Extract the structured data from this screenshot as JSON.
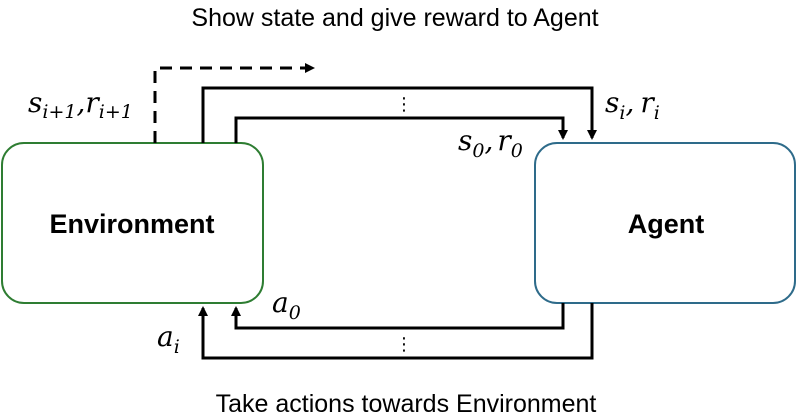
{
  "captions": {
    "top": "Show state and give reward to Agent",
    "bottom": "Take actions towards Environment"
  },
  "nodes": {
    "environment": {
      "label": "Environment",
      "border_color": "#2e7d32"
    },
    "agent": {
      "label": "Agent",
      "border_color": "#2e6b8a"
    }
  },
  "edge_labels": {
    "s_next": {
      "base": "s",
      "sub": "i+1"
    },
    "r_next": {
      "base": "r",
      "sub": "i+1"
    },
    "s_i": {
      "base": "s",
      "sub": "i"
    },
    "r_i": {
      "base": "r",
      "sub": "i"
    },
    "s_0": {
      "base": "s",
      "sub": "0"
    },
    "r_0": {
      "base": "r",
      "sub": "0"
    },
    "a_0": {
      "base": "a",
      "sub": "0"
    },
    "a_i": {
      "base": "a",
      "sub": "i"
    },
    "comma": ",",
    "ellipsis": "⋮"
  }
}
